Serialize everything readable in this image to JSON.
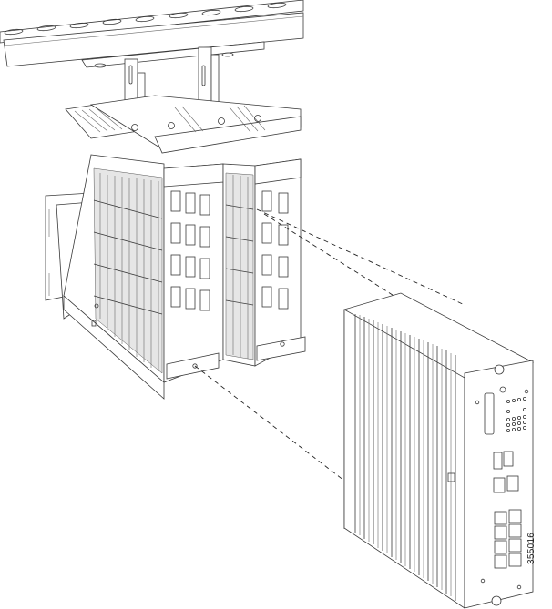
{
  "figure": {
    "title": "Installing the device into a ceiling-mounted rail bracket assembly",
    "figure_id": "355016",
    "components": [
      {
        "name": "overhead-rail",
        "description": "Slotted overhead mounting rail"
      },
      {
        "name": "hanger-brackets",
        "description": "Two L-shaped hanger brackets with nuts"
      },
      {
        "name": "mounting-frames",
        "description": "Vented sheet-metal mounting frames (cage)"
      },
      {
        "name": "device",
        "description": "Finned-heatsink device with front panel ports"
      },
      {
        "name": "alignment-lines",
        "description": "Dashed alignment guides showing insertion path"
      }
    ],
    "device_front_panel": {
      "captive_screws": 2,
      "usb_ports": 1,
      "console_ports": 2,
      "ethernet_ports": 8,
      "led_indicators": 22
    }
  }
}
